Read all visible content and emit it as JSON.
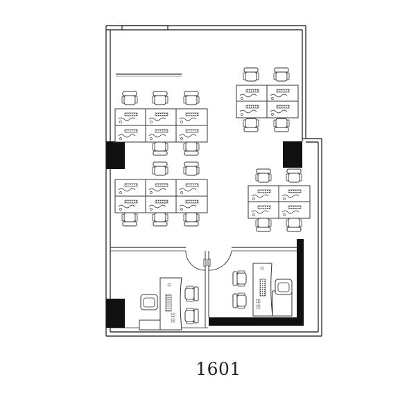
{
  "floor_plan": {
    "unit_label": "1601",
    "colors": {
      "wall": "#111111",
      "line": "#333333",
      "fill": "#ffffff"
    },
    "rooms": [
      "open-office",
      "private-office-left",
      "private-office-right"
    ],
    "furniture": {
      "workstation_clusters": 4,
      "private_office_desks": 2,
      "icons": [
        "chair-icon",
        "desk-icon",
        "computer-monitor-icon",
        "armchair-icon",
        "door-swing-icon"
      ]
    }
  }
}
